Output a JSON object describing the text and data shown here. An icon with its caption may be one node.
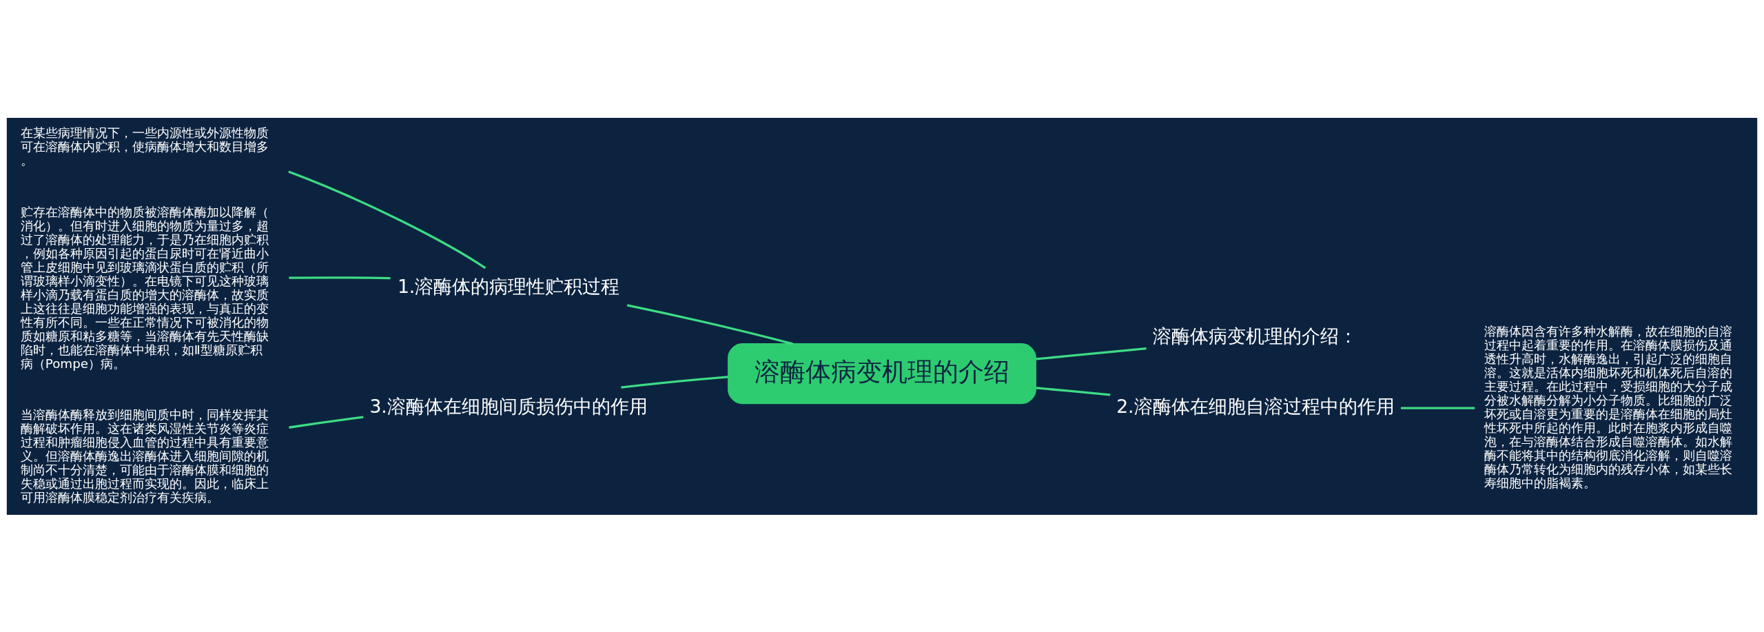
{
  "diagram": {
    "nodes": [
      {
        "text": [
          "溶酶体病变机理的介绍"
        ]
      },
      {
        "text": [
          "1.溶酶体的病理性贮积过程"
        ]
      },
      {
        "text": [
          "溶酶体病变机理的介绍："
        ]
      },
      {
        "text": [
          "2.溶酶体在细胞自溶过程中的作用"
        ]
      },
      {
        "text": [
          "3.溶酶体在细胞间质损伤中的作用"
        ]
      },
      {
        "text": [
          "在某些病理情况下，一些内源性或外源性物质可在溶酶体内贮积，使病酶体增大和数目增多。"
        ]
      },
      {
        "text": [
          "贮存在溶酶体中的物质被溶酶体酶加以降解（消化）。但有时进入细胞的物质为量过多，超过了溶酶体的处理能力，于是乃在细胞内贮积，例如各种原因引起的蛋白尿时可在肾近曲小管上皮细胞中见到玻璃滴状蛋白质的贮积（所谓玻璃样小滴变性）。在电镜下可见这种玻璃样小滴乃载有蛋白质的增大的溶酶体，故实质上这往往是细胞功能增强的表现，与真正的变性有所不同。一些在正常情况下可被消化的物质如糖原和粘多糖等，当溶酶体有先天性酶缺陷时，也能在溶酶体中堆积，如Ⅱ型糖原贮积病（Pompe）病。"
        ]
      },
      {
        "text": [
          "溶酶体因含有许多种水解酶，故在细胞的自溶过程中起着重要的作用。在溶酶体膜损伤及通透性升高时，水解酶逸出，引起广泛的细胞自溶。这就是活体内细胞坏死和机体死后自溶的主要过程。在此过程中，受损细胞的大分子成分被水解酶分解为小分子物质。比细胞的广泛坏死或自溶更为重要的是溶酶体在细胞的局灶性坏死中所起的作用。此时在胞浆内形成自噬泡，在与溶酶体结合形成自噬溶酶体。如水解酶不能将其中的结构彻底消化溶解，则自噬溶酶体乃常转化为细胞内的残存小体，如某些长寿细胞中的脂褐素。"
        ]
      },
      {
        "text": [
          "当溶酶体酶释放到细胞间质中时，同样发挥其酶解破坏作用。这在诸类风湿性关节炎等炎症过程和肿瘤细胞侵入血管的过程中具有重要意义。但溶酶体酶逸出溶酶体进入细胞间隙的机制尚不十分清楚，可能由于溶酶体膜和细胞的失稳或通过出胞过程而实现的。因此，临床上可用溶酶体膜稳定剂治疗有关疾病。"
        ]
      }
    ],
    "edges": [
      {
        "from": 0,
        "to": 1,
        "arrow": "none"
      },
      {
        "from": 0,
        "to": 2,
        "arrow": "none"
      },
      {
        "from": 0,
        "to": 3,
        "arrow": "none"
      },
      {
        "from": 0,
        "to": 4,
        "arrow": "none"
      },
      {
        "from": 1,
        "to": 5,
        "arrow": "none"
      },
      {
        "from": 1,
        "to": 6,
        "arrow": "none"
      },
      {
        "from": 3,
        "to": 7,
        "arrow": "none"
      },
      {
        "from": 4,
        "to": 8,
        "arrow": "none"
      }
    ]
  }
}
